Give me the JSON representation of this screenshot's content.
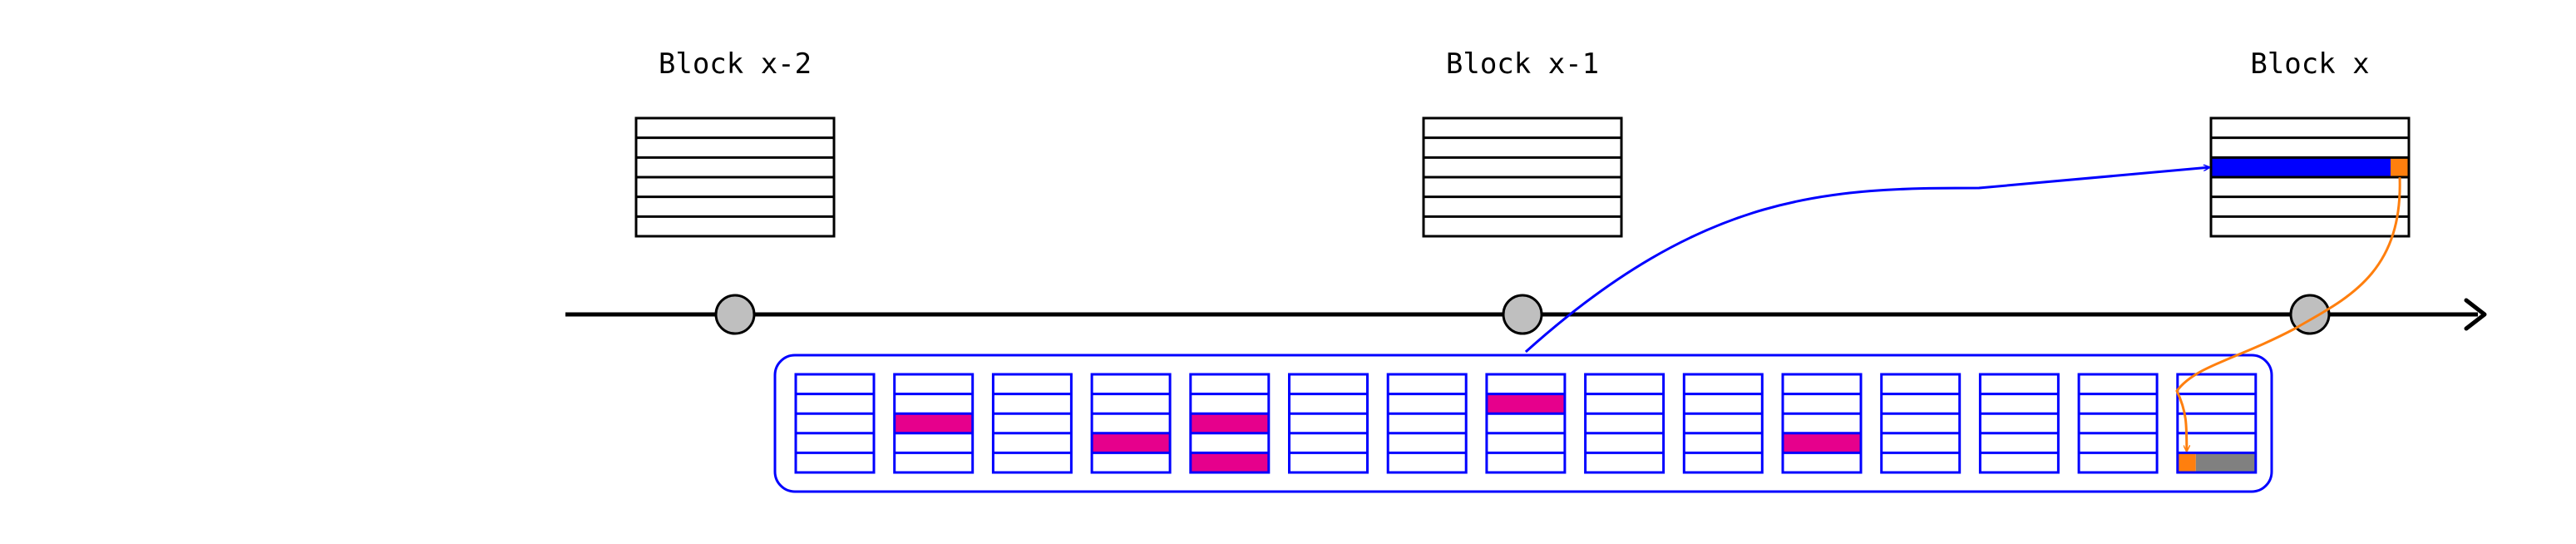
{
  "blocks": [
    {
      "label": "Block x-2",
      "highlight_row": null
    },
    {
      "label": "Block x-1",
      "highlight_row": null
    },
    {
      "label": "Block x",
      "highlight_row": 3
    }
  ],
  "block_rows": 6,
  "pool": {
    "columns": 15,
    "rows": 5,
    "marked_cells": [
      {
        "column": 2,
        "row": 3
      },
      {
        "column": 4,
        "row": 4
      },
      {
        "column": 5,
        "row": 3
      },
      {
        "column": 5,
        "row": 5
      },
      {
        "column": 8,
        "row": 2
      },
      {
        "column": 11,
        "row": 4
      }
    ],
    "origin_column": 8,
    "target_column": 15,
    "target_row": 5
  },
  "colors": {
    "line": "#000000",
    "pool": "#0000ff",
    "marked": "#e6008c",
    "highlight": "#0000ff",
    "accent": "#ff7f0e",
    "filler": "#808080",
    "node": "#bfbfbf"
  }
}
